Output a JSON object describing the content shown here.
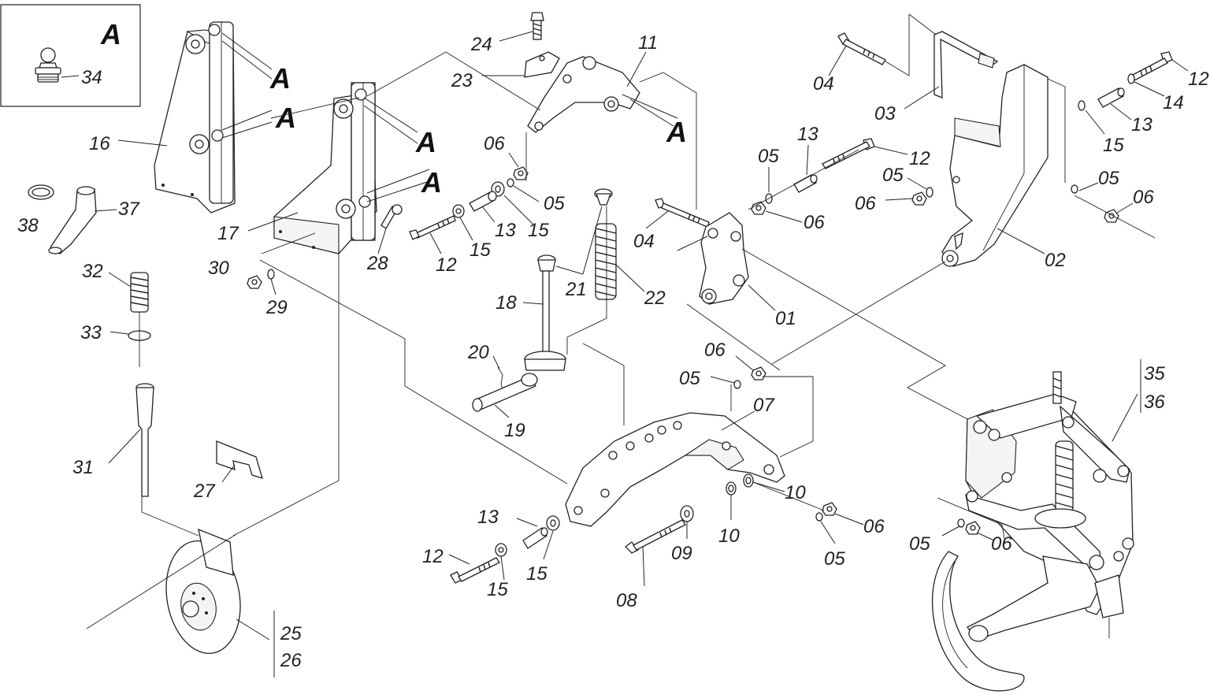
{
  "detail_box": {
    "letter": "A",
    "part": "34"
  },
  "detail_markers": [
    "A",
    "A",
    "A",
    "A",
    "A"
  ],
  "callouts": {
    "c16": "16",
    "c17": "17",
    "c38": "38",
    "c37": "37",
    "c32": "32",
    "c33": "33",
    "c31": "31",
    "c27": "27",
    "c25": "25",
    "c26": "26",
    "c30": "30",
    "c29": "29",
    "c28": "28",
    "c24": "24",
    "c23": "23",
    "c11": "11",
    "c06a": "06",
    "c05a": "05",
    "c15a": "15",
    "c13a": "13",
    "c15b": "15",
    "c12a": "12",
    "c21": "21",
    "c22": "22",
    "c18": "18",
    "c20": "20",
    "c19": "19",
    "c04a": "04",
    "c01": "01",
    "c04b": "04",
    "c03": "03",
    "c13b": "13",
    "c05b": "05",
    "c12b": "12",
    "c05c": "05",
    "c06b": "06",
    "c06c": "06",
    "c02": "02",
    "c12c": "12",
    "c14": "14",
    "c13c": "13",
    "c15c": "15",
    "c05d": "05",
    "c06d": "06",
    "c06e": "06",
    "c05e": "05",
    "c07": "07",
    "c10a": "10",
    "c10b": "10",
    "c06f": "06",
    "c05f": "05",
    "c13d": "13",
    "c15d": "15",
    "c12d": "12",
    "c15e": "15",
    "c09": "09",
    "c08": "08",
    "c35": "35",
    "c36": "36",
    "c05g": "05",
    "c06g": "06"
  }
}
